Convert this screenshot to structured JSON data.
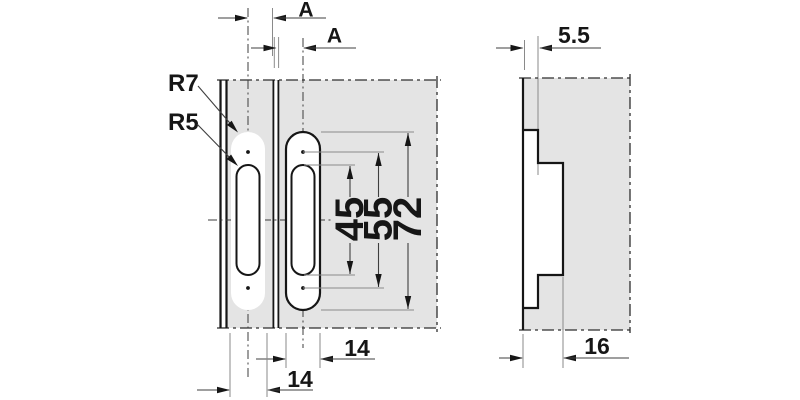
{
  "colors": {
    "background": "#ffffff",
    "material_fill": "#e4e4e4",
    "outline": "#161616",
    "dimension_line": "#3f3f3f",
    "extension_line": "#8a8a8a",
    "text": "#161616"
  },
  "front_view": {
    "section_labels": {
      "upper": "A",
      "lower": "A"
    },
    "radius_labels": {
      "outer": "R7",
      "inner": "R5"
    },
    "dimensions": {
      "inner_slot_length": "45",
      "hole_spacing": "55",
      "outer_slot_length": "72",
      "right_slot_width": "14",
      "left_slot_width": "14"
    }
  },
  "side_view": {
    "dimensions": {
      "recess_depth": "5.5",
      "pocket_depth": "16"
    }
  }
}
